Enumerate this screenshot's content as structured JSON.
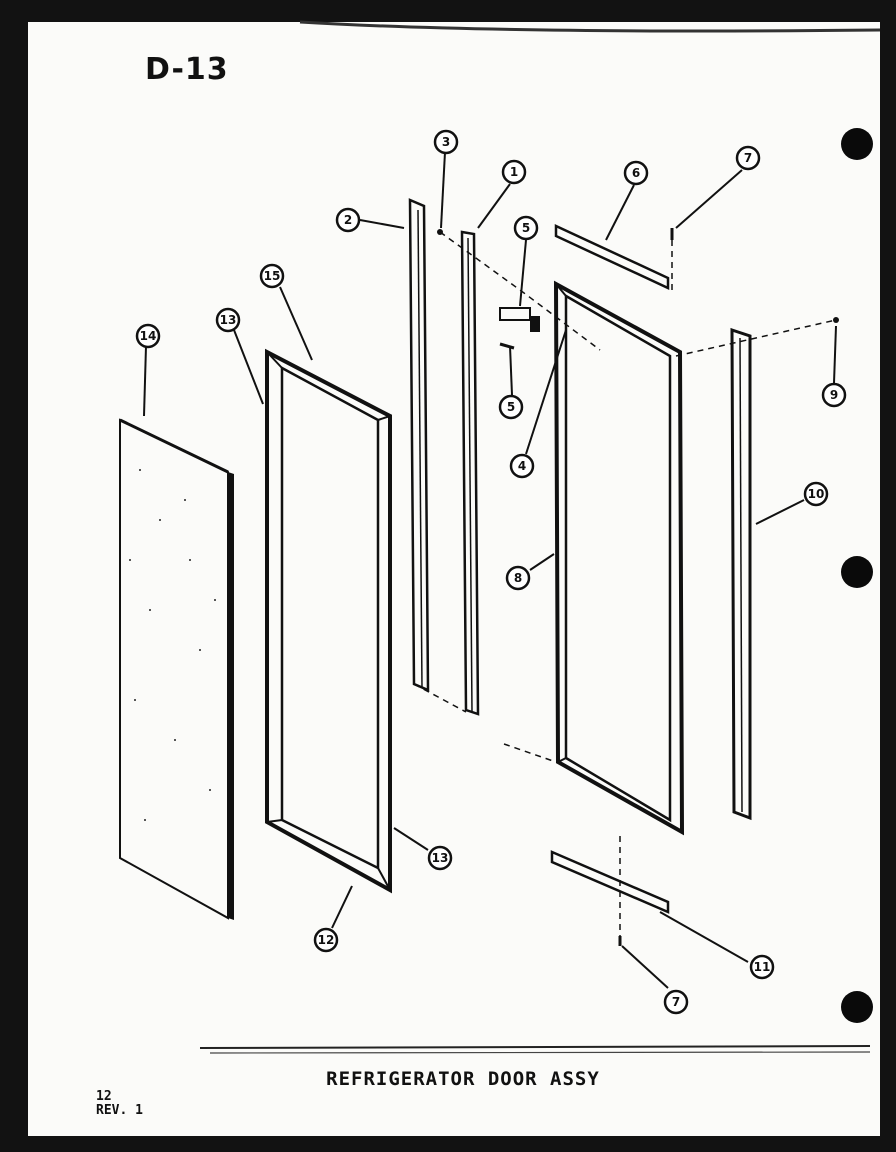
{
  "header": {
    "page_code": "D-13"
  },
  "diagram": {
    "title": "REFRIGERATOR DOOR ASSY",
    "callouts": [
      {
        "id": "c14",
        "label": "14"
      },
      {
        "id": "c13a",
        "label": "13"
      },
      {
        "id": "c15",
        "label": "15"
      },
      {
        "id": "c2",
        "label": "2"
      },
      {
        "id": "c3",
        "label": "3"
      },
      {
        "id": "c1",
        "label": "1"
      },
      {
        "id": "c5a",
        "label": "5"
      },
      {
        "id": "c5b",
        "label": "5"
      },
      {
        "id": "c4",
        "label": "4"
      },
      {
        "id": "c6a",
        "label": "6"
      },
      {
        "id": "c7a",
        "label": "7"
      },
      {
        "id": "c9",
        "label": "9"
      },
      {
        "id": "c10",
        "label": "10"
      },
      {
        "id": "c8",
        "label": "8"
      },
      {
        "id": "c13b",
        "label": "13"
      },
      {
        "id": "c12",
        "label": "12"
      },
      {
        "id": "c11",
        "label": "11"
      },
      {
        "id": "c7b",
        "label": "7"
      }
    ]
  },
  "footer": {
    "page_number": "12",
    "revision": "REV. 1"
  }
}
